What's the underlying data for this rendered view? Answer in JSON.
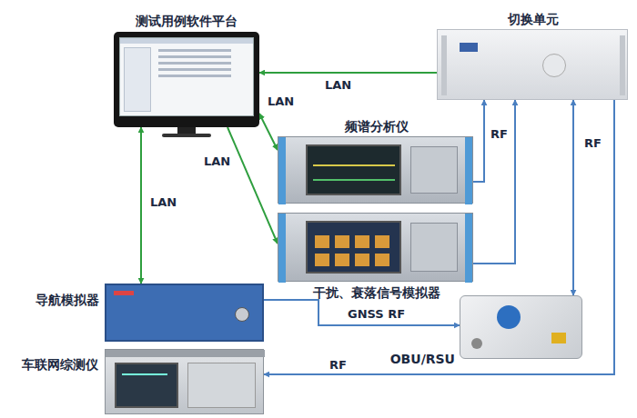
{
  "diagram": {
    "nodes": [
      {
        "text": [
          "测试用例软件平台"
        ]
      },
      {
        "text": [
          "切换单元"
        ]
      },
      {
        "text": [
          "频谱分析仪"
        ]
      },
      {
        "text": [
          "干扰、衰落信号模拟器"
        ]
      },
      {
        "text": [
          "导航模拟器"
        ]
      },
      {
        "text": [
          "车联网综测仪"
        ]
      },
      {
        "text": [
          "OBU/RSU"
        ]
      }
    ],
    "edges": [
      {
        "from": 1,
        "to": 0,
        "label": "LAN",
        "arrow": "to"
      },
      {
        "from": 0,
        "to": 2,
        "label": "LAN",
        "arrow": "both"
      },
      {
        "from": 0,
        "to": 3,
        "label": "LAN",
        "arrow": "to"
      },
      {
        "from": 0,
        "to": 4,
        "label": "LAN",
        "arrow": "both"
      },
      {
        "from": 2,
        "to": 1,
        "label": "RF",
        "arrow": "to"
      },
      {
        "from": 3,
        "to": 1,
        "arrow": "to"
      },
      {
        "from": 1,
        "to": 6,
        "label": "RF",
        "arrow": "both"
      },
      {
        "from": 4,
        "to": 6,
        "label": "GNSS RF",
        "arrow": "to"
      },
      {
        "from": 1,
        "to": 5,
        "label": "RF",
        "arrow": "to"
      }
    ]
  }
}
